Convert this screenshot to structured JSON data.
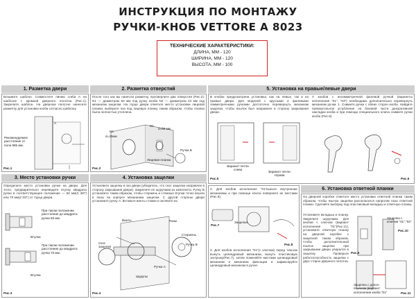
{
  "header": {
    "title_line1": "ИНСТРУКЦИЯ ПО МОНТАЖУ",
    "title_line2": "РУЧКИ-КНОБ VETTORE A 8023"
  },
  "specs": {
    "heading": "ТЕХНИЧЕСКИЕ ХАРАКТЕРИСТИКИ:",
    "length": "ДЛИНА, ММ - 120",
    "width": "ШИРИНА, ММ - 120",
    "height": "ВЫСОТА, ММ - 100"
  },
  "sections": {
    "s1": {
      "title": "1. Разметка двери",
      "text": "Возьмите шаблон. Совместите линию сгиба А на шаблоне с кромкой дверного полотна (Рис.1). Закрепите шаблон. На дверном полотне нанесите разметку для установки кноба согласно шаблону.",
      "side": "Рекомендуемое расстояние от пола 965 мм.",
      "fig": "Рис.1",
      "label_a": "А"
    },
    "s2": {
      "title": "2. Разметка отверстий",
      "text": "После того как вы нанесли разметку, просверлите два отверстия (Рис.2): N1 — диаметром 50 мм под ручку кноба N2 — диаметром 23 мм под механизм защелки. На торце двери отметьте место установки лицевой планки, выберите паз под лицевую планку таким образом, чтобы планка была полностью утоплена.",
      "n1": "N1",
      "d50": "d=50 мм",
      "n2": "N2",
      "d23": "d=23мм",
      "plate": "Лицевая планка",
      "knob": "Ручка В",
      "fig": "Рис.2"
    },
    "s3": {
      "title": "3. Место установки ручки",
      "text": "Определите место установки ручки на двери. Для этого, предварительно переведите втулку квадрата ручки в соответствующее положение — 60 мм(2 3/8\") или 70 мм(2 3/4\") от торца двери.",
      "cap1": "При таком положении расстояние до квадрата ручки 60 мм.",
      "sleeve1": "Втулка",
      "cap2": "При таком положении расстояние до квадрата ручки 70 мм.",
      "sleeve2": "Втулка",
      "fig": "Рис.3"
    },
    "s4": {
      "title": "4. Установка защелки",
      "text": "Установите защелку в паз двери (убедитесь, что скос защелки направлен в сторону закрывания двери). Закрепите ее шурупами из комплекта. Ручку В установите таким образом, чтобы стержень и стяжные втулки точно вошли в пазы на корпусе механизма защелки. С другой стороны двери установите ручку А. Вставьте винты стяжки и затяните их.",
      "screws_top": "Винты",
      "grooves": "Пазы",
      "rod": "Стержень",
      "bevel": "Скос защелки",
      "knob_b": "Ручка B",
      "knob_a": "Ручка A",
      "screws_bottom": "Шурупы",
      "fig": "Рис.4"
    },
    "s5": {
      "title": "5. Установка на правые/левые двери",
      "text_left": "В кнобах предусмотрена установка, как на левые, так и на правые двери. Для моделей с круглыми и фалевыми симметричными ручками достаточно перевернуть механизм защелки, чтобы язычок был направлен в сторону закрывания двери.",
      "text_right": "У кнобов с несимметричной фалевой ручкой (варианты исполнения \"01\", \"03\") необходимо дополнительно перевернуть механизм ручки. 1. Снимите ручки с обеих сторон кноба. Найдите прямоугольное углубление на боковой части декоративной накладки кноба и при помощи специального ключа снимите ручки кноба (Рис.6).",
      "cap_left": "Вариант петли слева",
      "cap_right": "Вариант петли справа",
      "fig5": "Рис.5",
      "fig6": "Рис.6"
    },
    "s5b": {
      "text1": "2. Для кнобов исполнения \"01\"выньте внутренние механизмы и при помощи ключа поверните их местами (Рис.8).",
      "latch": "Защелка",
      "fig7": "Рис.7",
      "fig8": "Рис.8",
      "text2": "3. Для кнобов исполнения \"01\"(с ключом) перед тем,как вынуть цилиндровый механизм, вынуть пластиковую заглушку(Рис.7), затем поменяйте местами цилиндровый механизм и механизм фиксации и зафиксируйте цилиндровый механизм в ручке."
    },
    "s6": {
      "title": "6. Установка ответной планки",
      "text": "На дверной коробке отметьте место установки ответной планки таким образом, чтобы язычок защелки располагался напротив паза ответной планки. Сделайте выборку под пластиковый вкладыш и ответную планку.",
      "text2": "Установите вкладыш и планку. Закрепите шурупами. Для кнобов с ключом (вариант исполнения \"01\"(Рис.11), установите ответную планку на дверной коробке с защелкой таким образом, чтобы дополнительный язычок защелки при закрывании двери упирался в защелку. Проверьте работоспособность защелки с двух сторон дверного полотна.",
      "cap9": "Защелка с ключом \"01\",\"03\"",
      "fig9": "Рис.9",
      "fig10": "Рис.10",
      "cap11": "Защелка с допол. язычком (вариант исполнения кноба \"01\"",
      "fig11": "Рис.11"
    }
  },
  "colors": {
    "spec_border": "#d02020",
    "section_header_bg": "#cfcfcf",
    "arrow_red": "#d02020"
  }
}
